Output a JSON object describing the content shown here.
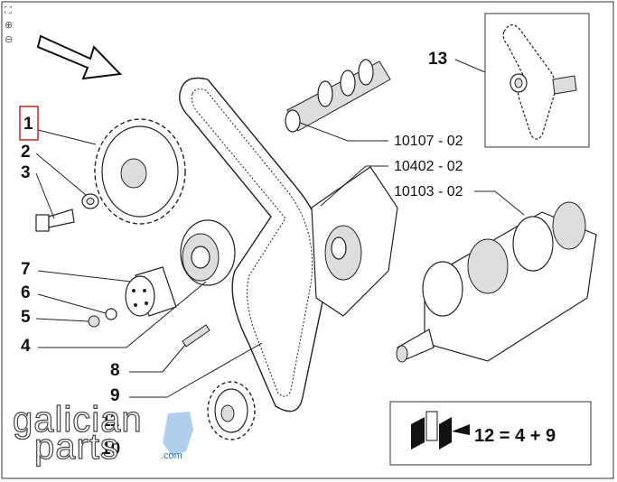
{
  "toolbar": {
    "icons": [
      "fit-screen-icon",
      "zoom-in-icon",
      "zoom-out-icon"
    ]
  },
  "callouts": [
    {
      "id": "label-1",
      "text": "1",
      "highlighted": true
    },
    {
      "id": "label-2",
      "text": "2"
    },
    {
      "id": "label-3",
      "text": "3"
    },
    {
      "id": "label-7",
      "text": "7"
    },
    {
      "id": "label-6",
      "text": "6"
    },
    {
      "id": "label-5",
      "text": "5"
    },
    {
      "id": "label-4",
      "text": "4"
    },
    {
      "id": "label-8",
      "text": "8"
    },
    {
      "id": "label-9",
      "text": "9"
    },
    {
      "id": "label-11",
      "text": "11"
    },
    {
      "id": "label-10",
      "text": "10"
    },
    {
      "id": "label-13",
      "text": "13"
    }
  ],
  "references": {
    "camshaft": "10107 - 02",
    "block": "10402 - 02",
    "crankshaft": "10103 - 02"
  },
  "kit": {
    "formula": "12 = 4 + 9"
  },
  "watermark": {
    "line1": "galician",
    "line2": "parts",
    "domain": ".com"
  },
  "colors": {
    "highlight": "#c0392b",
    "watermark_accent": "#1e73be"
  }
}
